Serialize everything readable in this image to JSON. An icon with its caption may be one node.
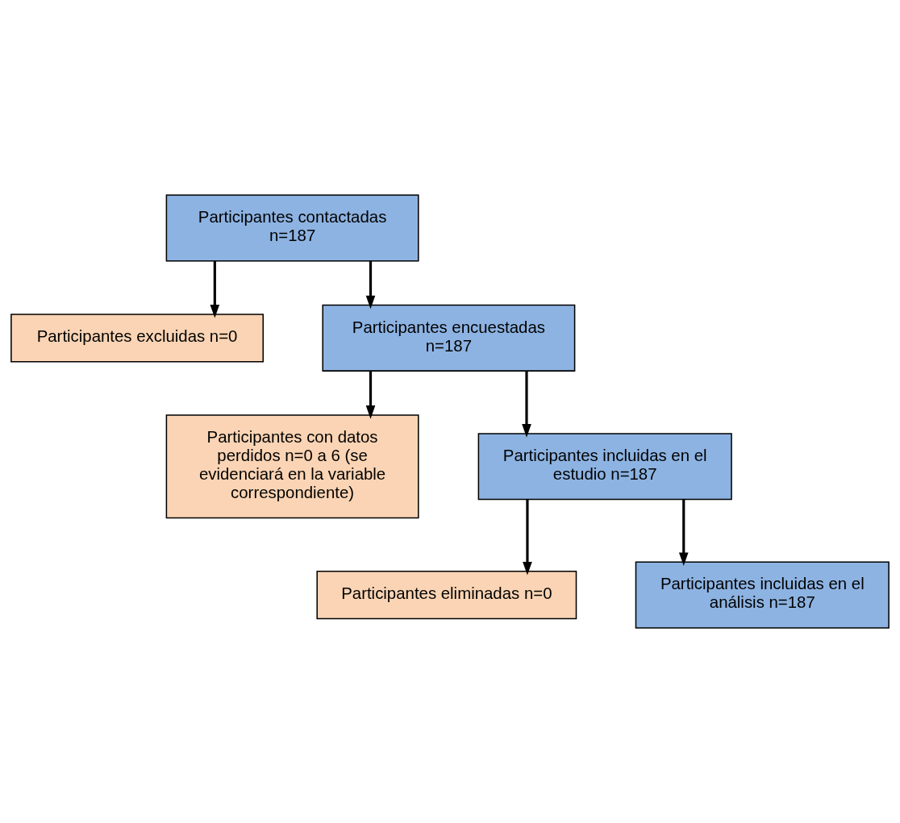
{
  "diagram": {
    "nodes": [
      {
        "text": [
          "Participantes contactadas n=187"
        ]
      },
      {
        "text": [
          "Participantes excluidas n=0"
        ]
      },
      {
        "text": [
          "Participantes encuestadas n=187"
        ]
      },
      {
        "text": [
          "Participantes con datos perdidos n=0 a 6 (se evidenciará en la variable correspondiente)"
        ]
      },
      {
        "text": [
          "Participantes incluidas en el estudio n=187"
        ]
      },
      {
        "text": [
          "Participantes eliminadas n=0"
        ]
      },
      {
        "text": [
          "Participantes incluidas en el análisis n=187"
        ]
      }
    ],
    "edges": [
      {
        "from": 0,
        "to": 1,
        "arrow": "to"
      },
      {
        "from": 0,
        "to": 2,
        "arrow": "to"
      },
      {
        "from": 2,
        "to": 3,
        "arrow": "to"
      },
      {
        "from": 2,
        "to": 4,
        "arrow": "to"
      },
      {
        "from": 4,
        "to": 5,
        "arrow": "to"
      },
      {
        "from": 4,
        "to": 6,
        "arrow": "to"
      }
    ]
  }
}
